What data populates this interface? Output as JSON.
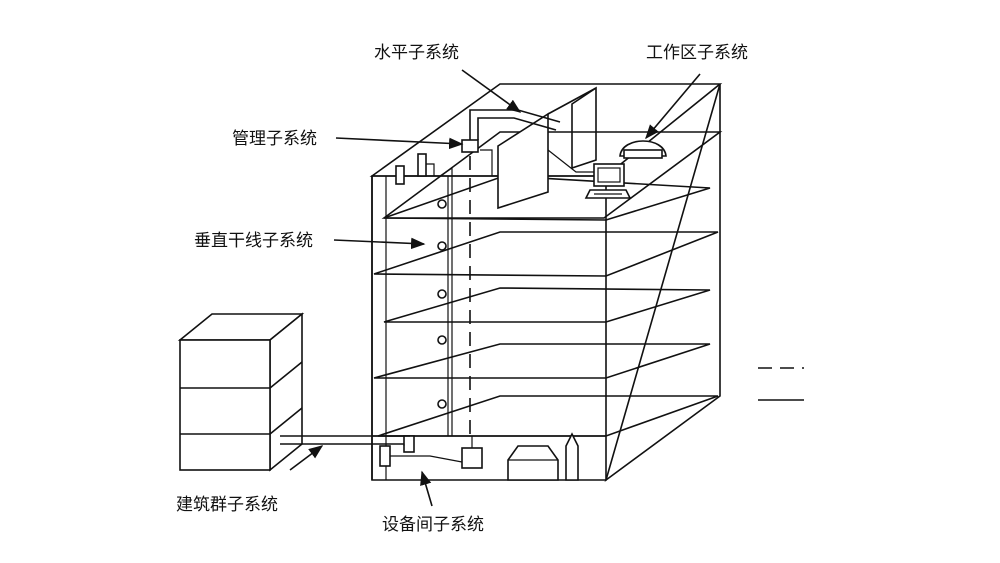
{
  "labels": {
    "horizontal": "水平子系统",
    "work_area": "工作区子系统",
    "management": "管理子系统",
    "vertical_backbone": "垂直干线子系统",
    "campus": "建筑群子系统",
    "equipment_room": "设备间子系统"
  }
}
